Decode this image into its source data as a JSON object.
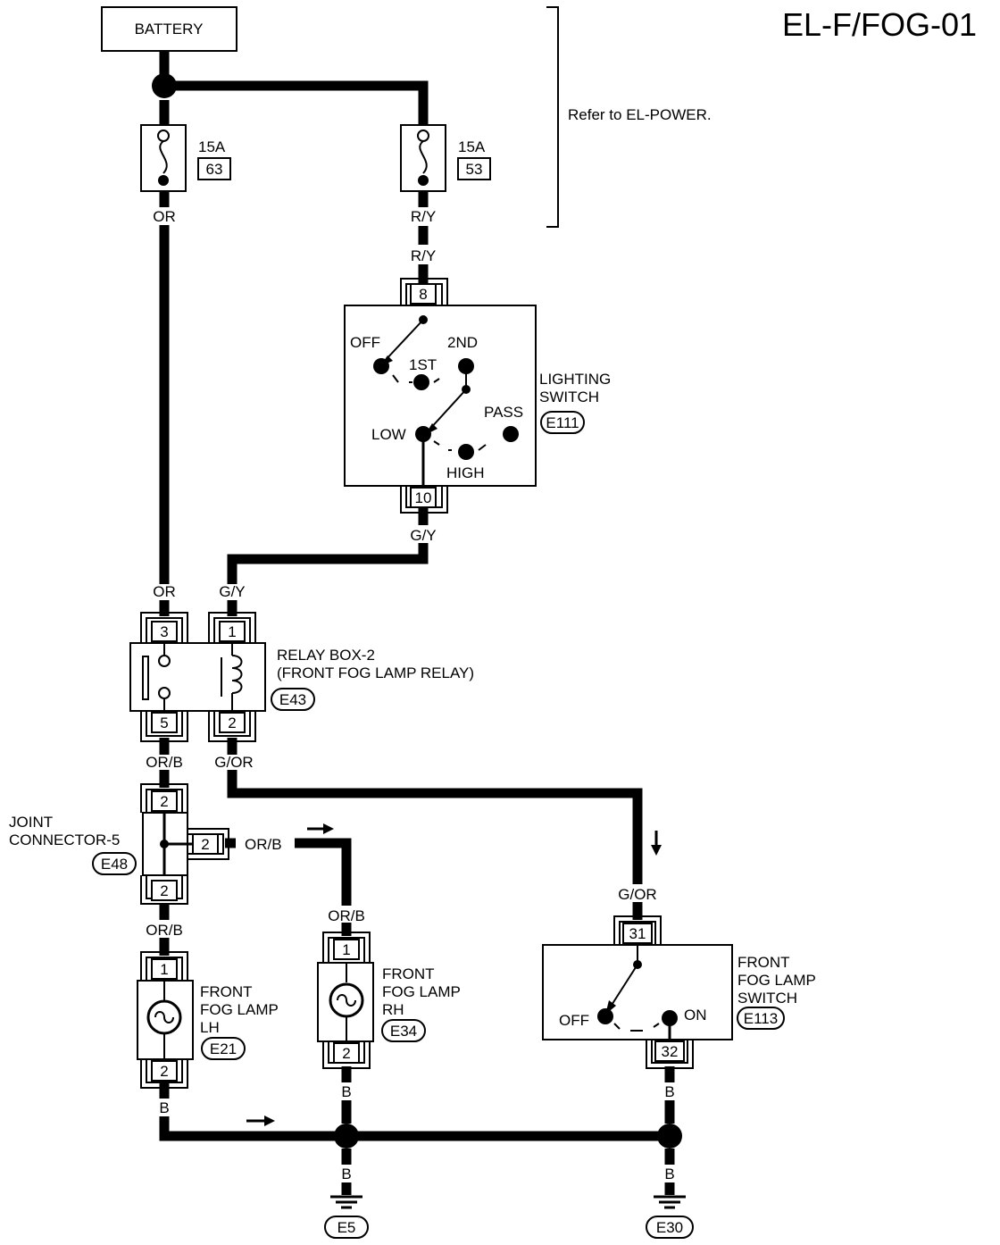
{
  "title": "EL-F/FOG-01",
  "note": "Refer to EL-POWER.",
  "battery": "BATTERY",
  "fuses": [
    {
      "amp": "15A",
      "num": "63"
    },
    {
      "amp": "15A",
      "num": "53"
    }
  ],
  "wires": {
    "or": "OR",
    "ry_top": "R/Y",
    "ry_bot": "R/Y",
    "gy_sw": "G/Y",
    "or_relay": "OR",
    "gy_relay": "G/Y",
    "orb_1": "OR/B",
    "gor_1": "G/OR",
    "orb_joint": "OR/B",
    "orb_rh": "OR/B",
    "orb_lh": "OR/B",
    "gor_sw": "G/OR",
    "b_lh": "B",
    "b_rh": "B",
    "b_sw": "B",
    "b_e5": "B",
    "b_e30": "B"
  },
  "lighting_switch": {
    "name1": "LIGHTING",
    "name2": "SWITCH",
    "conn": "E111",
    "pin_top": "8",
    "pin_bot": "10",
    "off": "OFF",
    "first": "1ST",
    "second": "2ND",
    "low": "LOW",
    "high": "HIGH",
    "pass": "PASS"
  },
  "relay": {
    "name1": "RELAY BOX-2",
    "name2": "(FRONT FOG LAMP RELAY)",
    "conn": "E43",
    "pin3": "3",
    "pin1": "1",
    "pin5": "5",
    "pin2": "2"
  },
  "joint": {
    "name1": "JOINT",
    "name2": "CONNECTOR-5",
    "conn": "E48",
    "pin_top": "2",
    "pin_side": "2",
    "pin_bot": "2"
  },
  "lamp_lh": {
    "name1": "FRONT",
    "name2": "FOG LAMP",
    "name3": "LH",
    "conn": "E21",
    "pin_top": "1",
    "pin_bot": "2"
  },
  "lamp_rh": {
    "name1": "FRONT",
    "name2": "FOG LAMP",
    "name3": "RH",
    "conn": "E34",
    "pin_top": "1",
    "pin_bot": "2"
  },
  "fog_switch": {
    "name1": "FRONT",
    "name2": "FOG LAMP",
    "name3": "SWITCH",
    "conn": "E113",
    "pin_top": "31",
    "pin_bot": "32",
    "off": "OFF",
    "on": "ON"
  },
  "grounds": [
    "E5",
    "E30"
  ]
}
